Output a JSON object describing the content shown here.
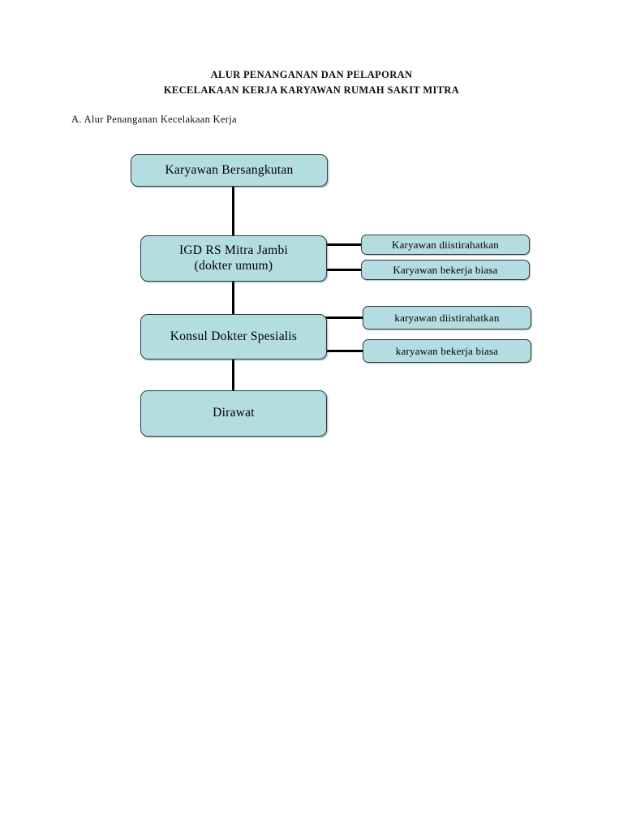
{
  "document": {
    "title_line1": "ALUR PENANGANAN DAN PELAPORAN",
    "title_line2": "KECELAKAAN KERJA KARYAWAN RUMAH SAKIT MITRA",
    "section_label": "A. Alur Penanganan Kecelakaan Kerja",
    "background_color": "#ffffff"
  },
  "theme": {
    "node_fill": "#b4dde2",
    "node_border": "#2e3b42",
    "connector_color": "#000000",
    "text_color": "#000000"
  },
  "flow": {
    "main_nodes": [
      {
        "id": "karyawan-bersangkutan",
        "line1": "Karyawan Bersangkutan",
        "line2": ""
      },
      {
        "id": "igd-rs-mitra-jambi",
        "line1": "IGD RS Mitra Jambi",
        "line2": "(dokter umum)"
      },
      {
        "id": "konsul-dokter-spesialis",
        "line1": "Konsul Dokter Spesialis",
        "line2": ""
      },
      {
        "id": "dirawat",
        "line1": "Dirawat",
        "line2": ""
      }
    ],
    "side_nodes": [
      {
        "id": "igd-outcome-istirahat",
        "label": "Karyawan diistirahatkan",
        "from": "igd-rs-mitra-jambi"
      },
      {
        "id": "igd-outcome-bekerja",
        "label": "Karyawan bekerja biasa",
        "from": "igd-rs-mitra-jambi"
      },
      {
        "id": "spesialis-outcome-istirahat",
        "label": "karyawan diistirahatkan",
        "from": "konsul-dokter-spesialis"
      },
      {
        "id": "spesialis-outcome-bekerja",
        "label": "karyawan bekerja biasa",
        "from": "konsul-dokter-spesialis"
      }
    ]
  }
}
